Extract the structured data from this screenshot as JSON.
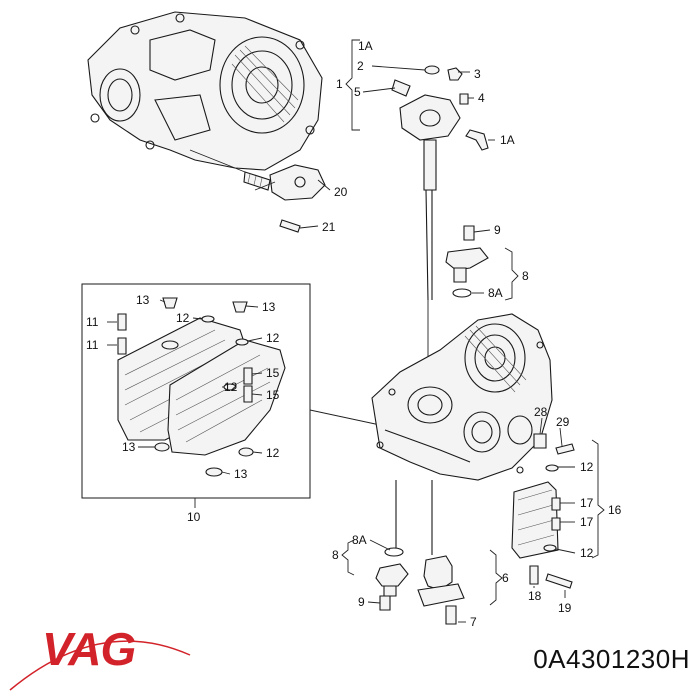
{
  "brand": {
    "name": "VAG",
    "color": "#d2232a"
  },
  "part_number": "0A4301230H",
  "callouts": {
    "c1A_top": "1A",
    "c1": "1",
    "c2": "2",
    "c3": "3",
    "c4": "4",
    "c5": "5",
    "c1A_side": "1A",
    "c20": "20",
    "c21": "21",
    "c9_top": "9",
    "c8_top": "8",
    "c8A_top": "8A",
    "c13_a": "13",
    "c13_b": "13",
    "c12_a": "12",
    "c12_b": "12",
    "c11_a": "11",
    "c11_b": "11",
    "c15_a": "15",
    "c15_b": "15",
    "c12_c": "12",
    "c13_c": "13",
    "c12_d": "12",
    "c13_d": "13",
    "c10": "10",
    "c28": "28",
    "c29": "29",
    "c12_e": "12",
    "c17_a": "17",
    "c17_b": "17",
    "c16": "16",
    "c12_f": "12",
    "c18": "18",
    "c19": "19",
    "c8A_bot": "8A",
    "c8_bot": "8",
    "c9_bot": "9",
    "c6": "6",
    "c7": "7"
  }
}
